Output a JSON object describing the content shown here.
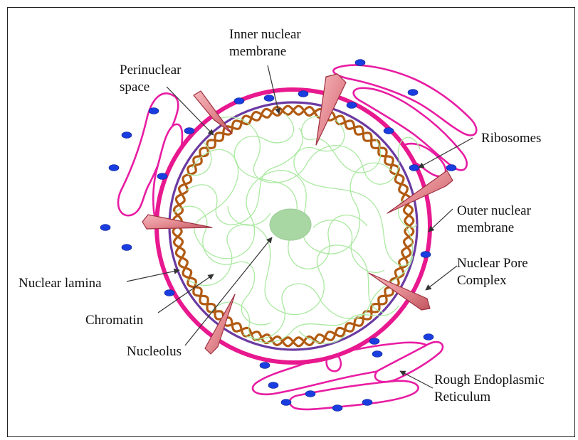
{
  "labels": {
    "inner_membrane": [
      "Inner nuclear",
      "membrane"
    ],
    "perinuclear": [
      "Perinuclear",
      "space"
    ],
    "ribosomes": [
      "Ribosomes"
    ],
    "outer_membrane": [
      "Outer nuclear",
      "membrane"
    ],
    "pore": [
      "Nuclear Pore",
      "Complex"
    ],
    "lamina": [
      "Nuclear lamina"
    ],
    "chromatin": [
      "Chromatin"
    ],
    "nucleolus": [
      "Nucleolus"
    ],
    "rer": [
      "Rough Endoplasmic",
      "Reticulum"
    ]
  },
  "colors": {
    "outer_membrane": "#e8188f",
    "inner_membrane": "#6b3aa2",
    "lamina": "#b15a12",
    "chromatin": "#a6e89c",
    "nucleolus": "#a9d7a3",
    "ribosome": "#1a3de0",
    "er": "#e81ca2",
    "pore": "#e58c93"
  }
}
